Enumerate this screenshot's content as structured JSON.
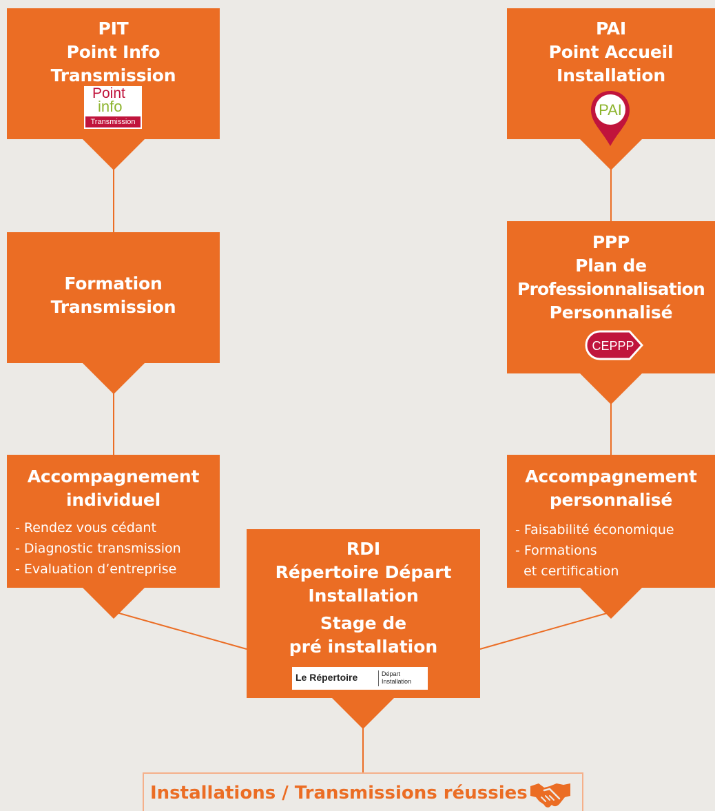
{
  "pit": {
    "abbr": "PIT",
    "line1": "Point Info",
    "line2": "Transmission",
    "logo": {
      "word1": "Point",
      "word2": "info",
      "band": "Transmission"
    }
  },
  "pai": {
    "abbr": "PAI",
    "line1": "Point Accueil",
    "line2": "Installation",
    "logo": {
      "text": "PAI"
    }
  },
  "formation": {
    "line1": "Formation",
    "line2": "Transmission"
  },
  "ppp": {
    "abbr": "PPP",
    "line1": "Plan de",
    "line2": "Professionnalisation",
    "line3": "Personnalisé",
    "logo": {
      "text": "CEPPP"
    }
  },
  "acc_ind": {
    "line1": "Accompagnement",
    "line2": "individuel",
    "items": [
      "- Rendez vous cédant",
      "- Diagnostic transmission",
      "- Evaluation d’entreprise"
    ]
  },
  "acc_pers": {
    "line1": "Accompagnement",
    "line2": "personnalisé",
    "items": [
      "- Faisabilité économique",
      "- Formations",
      "  et certification"
    ]
  },
  "rdi": {
    "abbr": "RDI",
    "line1": "Répertoire Départ",
    "line2": "Installation",
    "stage1": "Stage de",
    "stage2": "pré installation",
    "logo": {
      "main": "Le Répertoire",
      "side1": "Départ",
      "side2": "Installation"
    }
  },
  "final": {
    "text": "Installations / Transmissions réussies",
    "icon": "handshake-icon"
  },
  "colors": {
    "accent": "#EB6D24",
    "background": "#ECEAE6",
    "final_border": "#F5B08A"
  }
}
